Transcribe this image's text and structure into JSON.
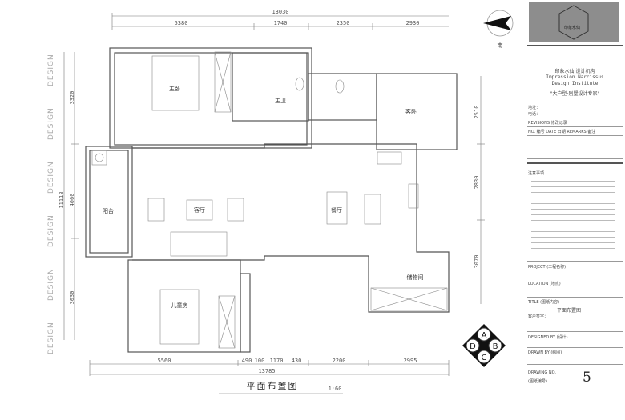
{
  "compass": {
    "label": "南"
  },
  "top_dims": {
    "total": "13030",
    "segments": [
      "5380",
      "1740",
      "2350",
      "2930"
    ]
  },
  "bottom_dims": {
    "total": "13785",
    "segments": [
      "5560",
      "490",
      "100",
      "1170",
      "430",
      "2200",
      "2995"
    ]
  },
  "left_dims": {
    "total": "11118",
    "segments": [
      "3320",
      "4060",
      "3030"
    ]
  },
  "right_dims": {
    "segments": [
      "2510",
      "2830",
      "3070"
    ]
  },
  "watermark": "DESIGN",
  "rooms": {
    "master_bedroom": "主卧",
    "master_bath": "主卫",
    "guest_bedroom": "客卧",
    "balcony": "阳台",
    "living_room": "客厅",
    "dining_room": "餐厅",
    "kids_room": "儿童房",
    "storage": "储物间"
  },
  "plan_title": "平面布置图",
  "plan_scale": "1:60",
  "elevation_marker": [
    "A",
    "B",
    "C",
    "D"
  ],
  "title_block": {
    "logo_text": "印象水仙",
    "company_cn": "印象水仙·设计机构",
    "company_en1": "Impression Narcissus",
    "company_en2": "Design Institute",
    "slogan": "\"大户型·别墅设计专家\"",
    "address": "地址：",
    "phone": "电话：",
    "revisions": "REVISIONS 修改记录",
    "rev_header": "NO. 编号 DATE 日期 REMARKS 备注",
    "notes_title": "注意事项",
    "project": "PROJECT (工程名称)",
    "location": "LOCATION (地点)",
    "title": "TITLE (图纸内容)",
    "title_value": "平面布置图",
    "client": "客户签字：",
    "designed_by": "DESIGNED BY (设计)",
    "drawn_by": "DRAWN BY (绘图)",
    "drawing_no": "DRAWING NO.",
    "drawing_no_cn": "(图纸编号)",
    "drawing_no_value": "5"
  }
}
